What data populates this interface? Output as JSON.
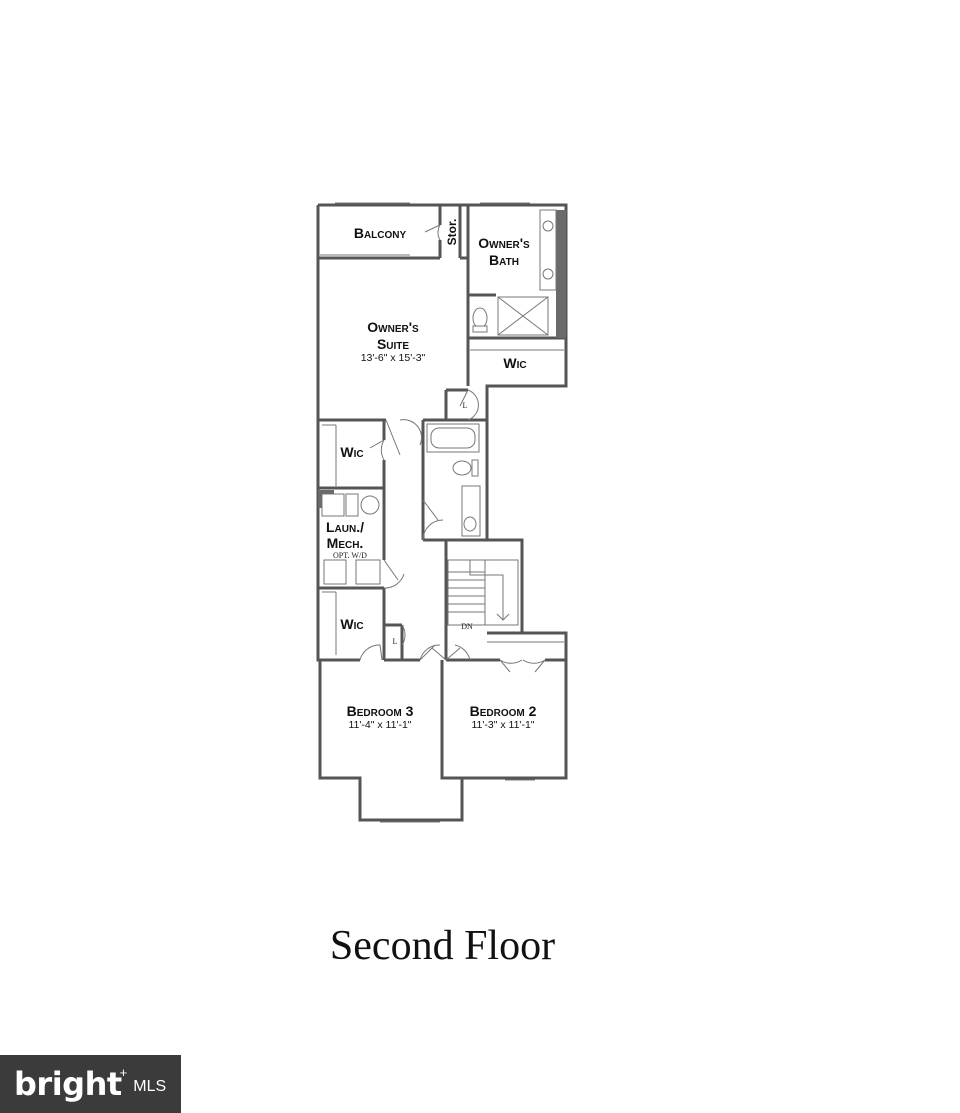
{
  "plan": {
    "rooms": {
      "balcony": "Balcony",
      "stor": "Stor.",
      "owners_bath_1": "Owner's",
      "owners_bath_2": "Bath",
      "owners_suite_1": "Owner's",
      "owners_suite_2": "Suite",
      "owners_suite_dim": "13'-6\" x 15'-3\"",
      "wic_owner": "Wic",
      "linen_1": "L",
      "wic_upper_left": "Wic",
      "laundry_1": "Laun./",
      "laundry_2": "Mech.",
      "laundry_note": "OPT. W/D",
      "wic_lower_left": "Wic",
      "linen_2": "L",
      "stairs_dn": "DN",
      "bedroom3": "Bedroom 3",
      "bedroom3_dim": "11'-4\" x 11'-1\"",
      "bedroom2": "Bedroom 2",
      "bedroom2_dim": "11'-3\" x 11'-1\""
    }
  },
  "title": "Second Floor",
  "badge": {
    "brand": "bright",
    "plus": "+",
    "suffix": "MLS"
  }
}
